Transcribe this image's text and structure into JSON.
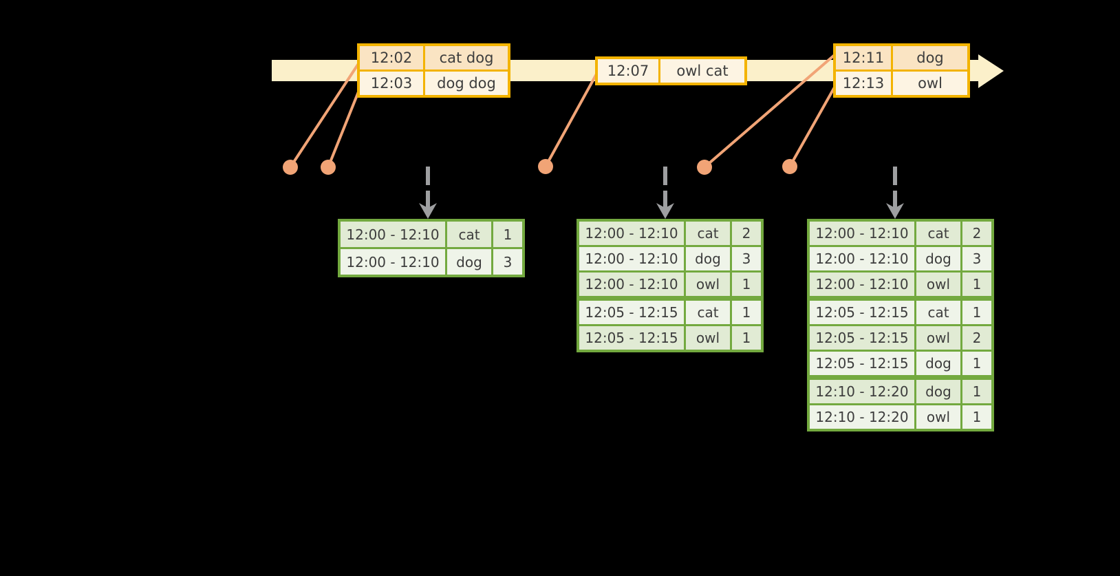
{
  "colors": {
    "background": "#000000",
    "timeline_band": "#fbf0ca",
    "orange_border": "#f3b300",
    "orange_row_dark": "#fae4c3",
    "orange_row_light": "#fdf4e3",
    "salmon": "#f1a476",
    "gray_arrow": "#9e9fa1",
    "green_border": "#73a93f",
    "green_row_dark": "#e1ebd4",
    "green_row_light": "#eff4e9",
    "text": "#3d3d3d"
  },
  "timeline": {
    "input_batches": [
      {
        "rows": [
          {
            "time": "12:02",
            "words": "cat dog"
          },
          {
            "time": "12:03",
            "words": "dog dog"
          }
        ]
      },
      {
        "rows": [
          {
            "time": "12:07",
            "words": "owl cat"
          }
        ]
      },
      {
        "rows": [
          {
            "time": "12:11",
            "words": "dog"
          },
          {
            "time": "12:13",
            "words": "owl"
          }
        ]
      }
    ]
  },
  "result_tables": [
    {
      "rows": [
        {
          "window": "12:00 - 12:10",
          "word": "cat",
          "count": "1"
        },
        {
          "window": "12:00 - 12:10",
          "word": "dog",
          "count": "3"
        }
      ]
    },
    {
      "rows": [
        {
          "window": "12:00 - 12:10",
          "word": "cat",
          "count": "2"
        },
        {
          "window": "12:00 - 12:10",
          "word": "dog",
          "count": "3"
        },
        {
          "window": "12:00 - 12:10",
          "word": "owl",
          "count": "1"
        },
        {
          "window": "12:05 - 12:15",
          "word": "cat",
          "count": "1"
        },
        {
          "window": "12:05 - 12:15",
          "word": "owl",
          "count": "1"
        }
      ]
    },
    {
      "rows": [
        {
          "window": "12:00 - 12:10",
          "word": "cat",
          "count": "2"
        },
        {
          "window": "12:00 - 12:10",
          "word": "dog",
          "count": "3"
        },
        {
          "window": "12:00 - 12:10",
          "word": "owl",
          "count": "1"
        },
        {
          "window": "12:05 - 12:15",
          "word": "cat",
          "count": "1"
        },
        {
          "window": "12:05 - 12:15",
          "word": "owl",
          "count": "2"
        },
        {
          "window": "12:05 - 12:15",
          "word": "dog",
          "count": "1"
        },
        {
          "window": "12:10 - 12:20",
          "word": "dog",
          "count": "1"
        },
        {
          "window": "12:10 - 12:20",
          "word": "owl",
          "count": "1"
        }
      ]
    }
  ]
}
